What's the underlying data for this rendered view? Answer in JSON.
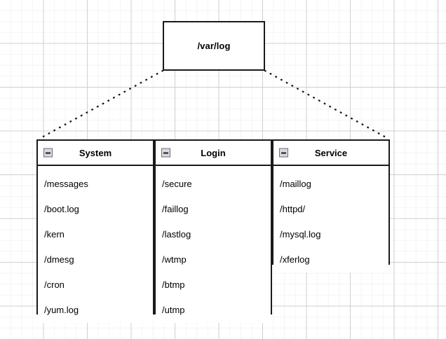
{
  "diagram": {
    "root": {
      "label": "/var/log",
      "name": "root-node"
    },
    "collapse_icon_name": "collapse-minus-icon",
    "connector_style": "dotted",
    "connector_color": "#1a1a1a",
    "box_border_color": "#1a1a1a",
    "icon_fill_color": "#d8d8e0",
    "grid_major_color": "#cfcfcf",
    "grid_minor_color": "#f4f4f4",
    "columns": [
      {
        "header": "System",
        "items": [
          "/messages",
          "/boot.log",
          "/kern",
          "/dmesg",
          "/cron",
          "/yum.log"
        ]
      },
      {
        "header": "Login",
        "items": [
          "/secure",
          "/faillog",
          "/lastlog",
          "/wtmp",
          "/btmp",
          "/utmp"
        ]
      },
      {
        "header": "Service",
        "items": [
          "/maillog",
          "/httpd/",
          "/mysql.log",
          "/xferlog"
        ]
      }
    ]
  }
}
